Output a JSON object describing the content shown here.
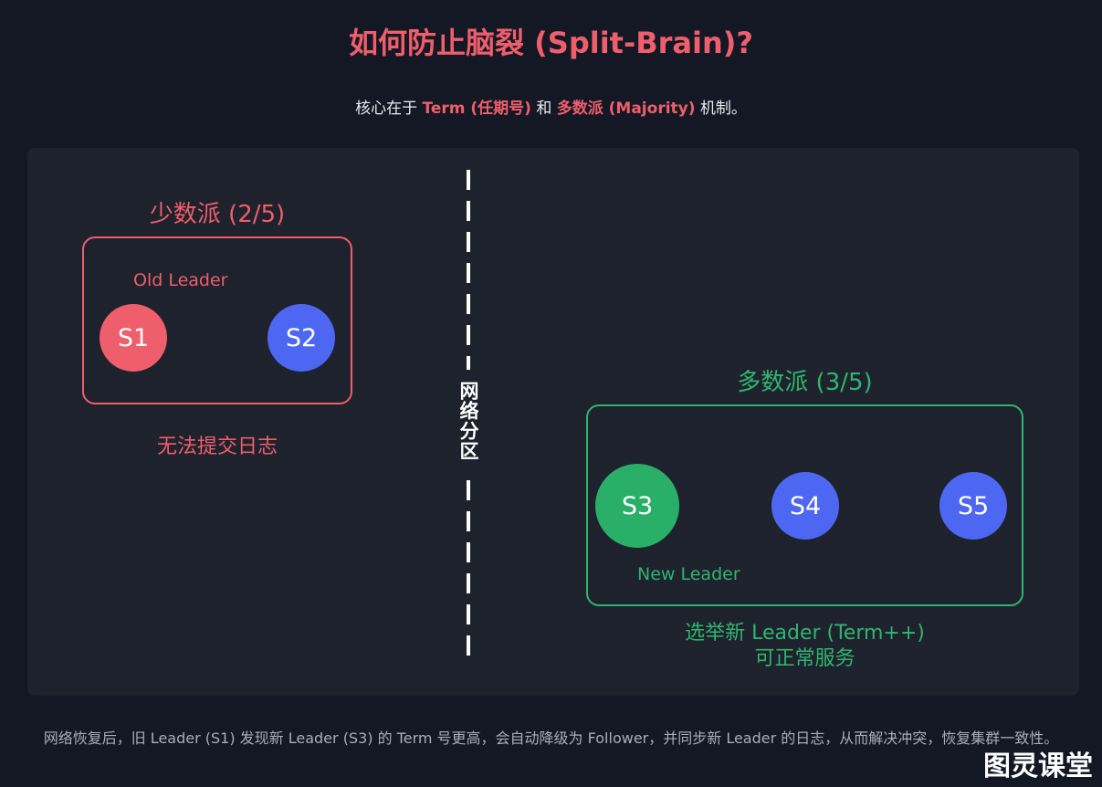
{
  "header": {
    "title": "如何防止脑裂 (Split-Brain)?",
    "subtitle_pre": "核心在于 ",
    "subtitle_term": "Term (任期号)",
    "subtitle_mid": " 和 ",
    "subtitle_majority": "多数派 (Majority)",
    "subtitle_post": " 机制。"
  },
  "minority": {
    "label": "少数派 (2/5)",
    "leader_label": "Old Leader",
    "nodes": [
      "S1",
      "S2"
    ],
    "note": "无法提交日志"
  },
  "partition": {
    "label": "网络分区"
  },
  "majority": {
    "label": "多数派 (3/5)",
    "leader_label": "New Leader",
    "nodes": [
      "S3",
      "S4",
      "S5"
    ],
    "note_line1": "选举新 Leader (Term++)",
    "note_line2": "可正常服务"
  },
  "footer": {
    "text": "网络恢复后，旧 Leader (S1) 发现新 Leader (S3) 的 Term 号更高，会自动降级为 Follower，并同步新 Leader 的日志，从而解决冲突，恢复集群一致性。"
  },
  "watermark": "图灵课堂",
  "colors": {
    "background": "#141824",
    "panel": "#1e222d",
    "red": "#ee5e6b",
    "green": "#2fb56f",
    "blue": "#4d67f2"
  }
}
